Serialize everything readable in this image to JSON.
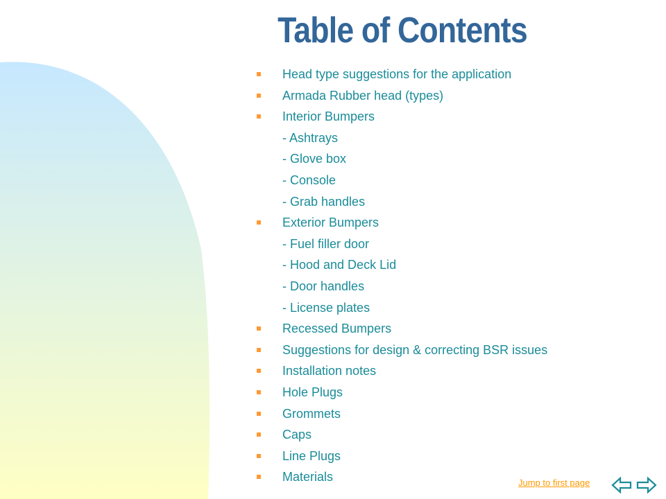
{
  "title": "Table of Contents",
  "items": [
    {
      "text": "Head type suggestions for the application",
      "bullet": true
    },
    {
      "text": "Armada Rubber head (types)",
      "bullet": true
    },
    {
      "text": "Interior Bumpers",
      "bullet": true
    },
    {
      "text": "- Ashtrays",
      "bullet": false
    },
    {
      "text": "- Glove box",
      "bullet": false
    },
    {
      "text": "- Console",
      "bullet": false
    },
    {
      "text": "- Grab handles",
      "bullet": false
    },
    {
      "text": "Exterior Bumpers",
      "bullet": true
    },
    {
      "text": "- Fuel filler door",
      "bullet": false
    },
    {
      "text": "- Hood and Deck Lid",
      "bullet": false
    },
    {
      "text": "- Door handles",
      "bullet": false
    },
    {
      "text": "- License plates",
      "bullet": false
    },
    {
      "text": "Recessed Bumpers",
      "bullet": true
    },
    {
      "text": "Suggestions for design & correcting BSR issues",
      "bullet": true
    },
    {
      "text": "Installation notes",
      "bullet": true
    },
    {
      "text": "Hole Plugs",
      "bullet": true
    },
    {
      "text": "Grommets",
      "bullet": true
    },
    {
      "text": "Caps",
      "bullet": true
    },
    {
      "text": "Line Plugs",
      "bullet": true
    },
    {
      "text": "Materials",
      "bullet": true
    }
  ],
  "footer": {
    "jump_link": "Jump to first page"
  },
  "colors": {
    "title": "#336699",
    "text": "#1a8c99",
    "bullet": "#ff9933",
    "link": "#ff9900",
    "nav_arrow": "#1a8c99",
    "background_gradient_top": "#c6e8ff",
    "background_gradient_bottom": "#ffffc4"
  },
  "icons": {
    "back": "arrow-left-icon",
    "forward": "arrow-right-icon"
  }
}
